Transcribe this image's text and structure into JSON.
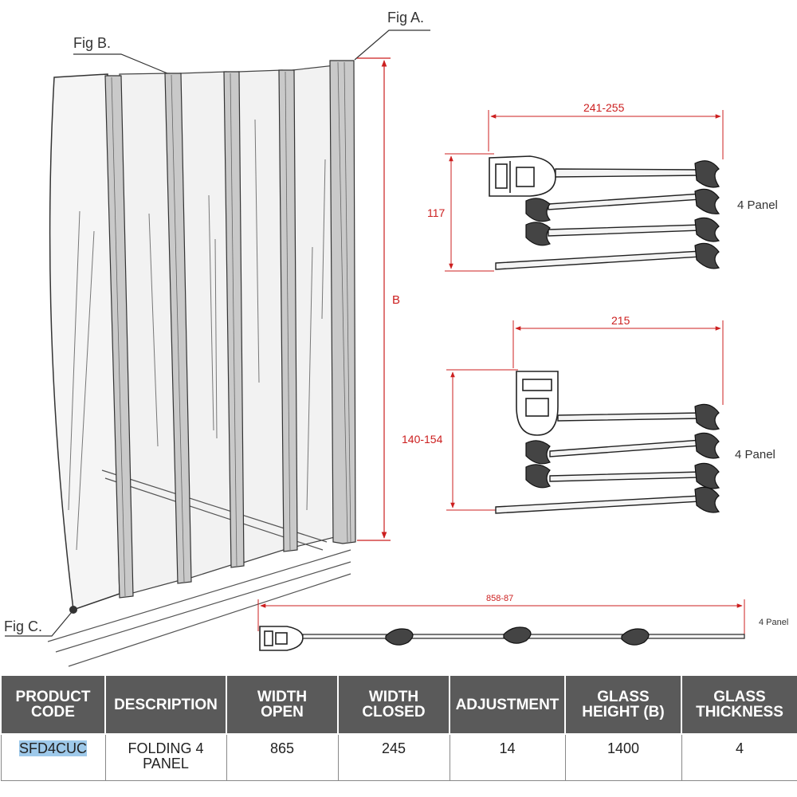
{
  "figure": {
    "fig_a": "Fig A.",
    "fig_b": "Fig B.",
    "fig_c": "Fig C.",
    "height_label": "B",
    "detail_top": {
      "dim_width": "241-255",
      "dim_height": "117",
      "panel_label": "4 Panel"
    },
    "detail_mid": {
      "dim_width": "215",
      "dim_height": "140-154",
      "panel_label": "4 Panel"
    },
    "detail_open": {
      "dim_width": "858-87",
      "panel_label": "4 Panel"
    },
    "dimension_color": "#cc1f1f"
  },
  "table": {
    "headers": [
      [
        "PRODUCT",
        "CODE"
      ],
      [
        "DESCRIPTION"
      ],
      [
        "WIDTH",
        "OPEN"
      ],
      [
        "WIDTH",
        "CLOSED"
      ],
      [
        "ADJUSTMENT"
      ],
      [
        "GLASS",
        "HEIGHT (B)"
      ],
      [
        "GLASS",
        "THICKNESS"
      ]
    ],
    "row": {
      "product_code": "SFD4CUC",
      "description": [
        "FOLDING 4",
        "PANEL"
      ],
      "width_open": "865",
      "width_closed": "245",
      "adjustment": "14",
      "glass_height": "1400",
      "glass_thickness": "4"
    },
    "header_bg": "#5a5a5a",
    "highlight": "#9ec9ea"
  }
}
